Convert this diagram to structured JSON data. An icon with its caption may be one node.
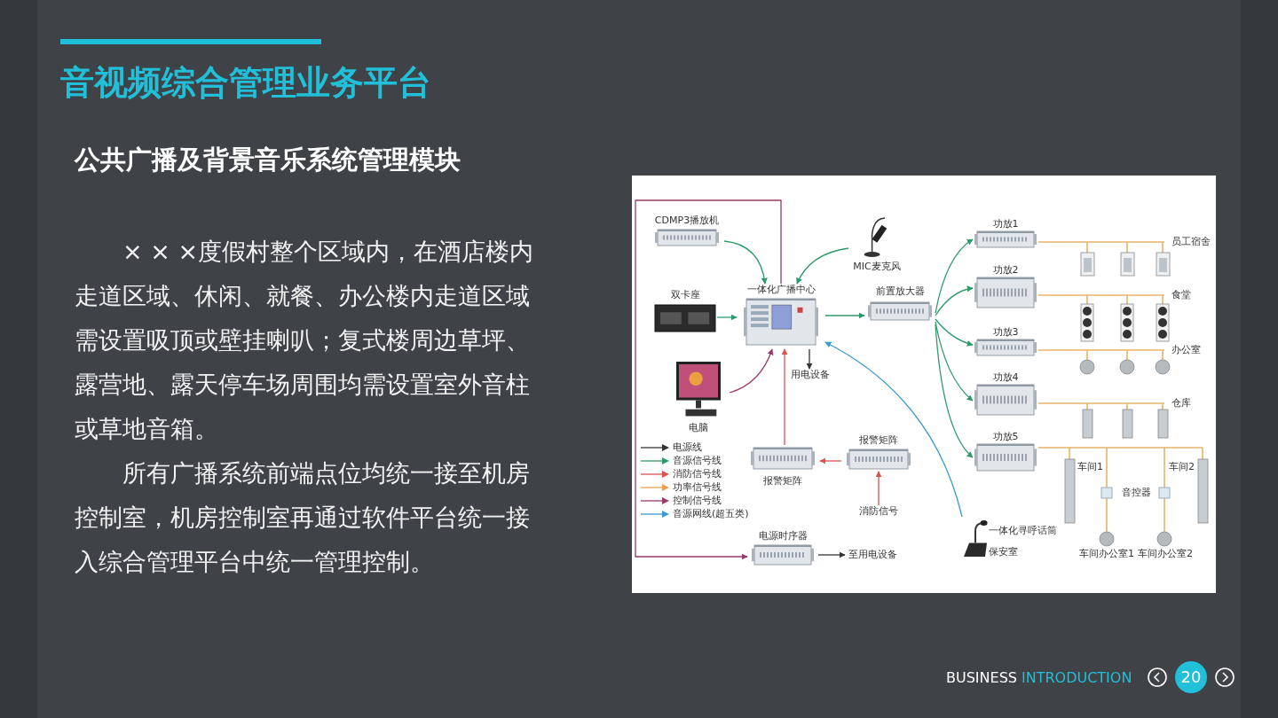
{
  "diagram": {
    "title": "音视频综合管理业务平台",
    "nodes": [
      {
        "text": [
          "CDMP3播放机"
        ]
      },
      {
        "text": [
          "MIC麦克风"
        ]
      },
      {
        "text": [
          "双卡座"
        ]
      },
      {
        "text": [
          "一体化广播中心"
        ]
      },
      {
        "text": [
          "前置放大器"
        ]
      },
      {
        "text": [
          "电脑"
        ]
      },
      {
        "text": [
          "用电设备"
        ]
      },
      {
        "text": [
          "报警矩阵"
        ]
      },
      {
        "text": [
          "报警矩阵"
        ]
      },
      {
        "text": [
          "消防信号"
        ]
      },
      {
        "text": [
          "电源时序器"
        ]
      },
      {
        "text": [
          "至用电设备"
        ]
      },
      {
        "text": [
          "功放1"
        ]
      },
      {
        "text": [
          "功放2"
        ]
      },
      {
        "text": [
          "功放3"
        ]
      },
      {
        "text": [
          "功放4"
        ]
      },
      {
        "text": [
          "功放5"
        ]
      },
      {
        "text": [
          "员工宿舍"
        ]
      },
      {
        "text": [
          "食堂"
        ]
      },
      {
        "text": [
          "办公室"
        ]
      },
      {
        "text": [
          "仓库"
        ]
      },
      {
        "text": [
          "车间1",
          "音控器",
          "车间办公室1",
          "车间办公室2",
          "车间2"
        ]
      },
      {
        "text": [
          "一体化寻呼话筒",
          "保安室"
        ]
      }
    ],
    "edges": [
      {
        "from": 0,
        "to": 3,
        "arrow": "to"
      },
      {
        "from": 1,
        "to": 3,
        "arrow": "to"
      },
      {
        "from": 2,
        "to": 3,
        "arrow": "to"
      },
      {
        "from": 5,
        "to": 3,
        "arrow": "to",
        "color": "#9b3a6a"
      },
      {
        "from": 3,
        "to": 4,
        "arrow": "to"
      },
      {
        "from": 3,
        "to": 6,
        "arrow": "to",
        "color": "#333333"
      },
      {
        "from": 7,
        "to": 3,
        "arrow": "to",
        "color": "#d9534f"
      },
      {
        "from": 8,
        "to": 7,
        "arrow": "to",
        "color": "#d9534f"
      },
      {
        "from": 9,
        "to": 8,
        "arrow": "to",
        "color": "#d9534f"
      },
      {
        "from": 3,
        "to": 10,
        "arrow": "to",
        "color": "#9b3a6a"
      },
      {
        "from": 10,
        "to": 11,
        "arrow": "to",
        "color": "#333333"
      },
      {
        "from": 4,
        "to": 12,
        "arrow": "to"
      },
      {
        "from": 4,
        "to": 13,
        "arrow": "to"
      },
      {
        "from": 4,
        "to": 14,
        "arrow": "to"
      },
      {
        "from": 4,
        "to": 15,
        "arrow": "to"
      },
      {
        "from": 4,
        "to": 16,
        "arrow": "to"
      },
      {
        "from": 22,
        "to": 3,
        "arrow": "to",
        "color": "#3a9ad0"
      },
      {
        "from": 12,
        "to": 17,
        "arrow": "none",
        "color": "#e8b46a"
      },
      {
        "from": 13,
        "to": 18,
        "arrow": "none",
        "color": "#e8b46a"
      },
      {
        "from": 14,
        "to": 19,
        "arrow": "none",
        "color": "#e8b46a"
      },
      {
        "from": 15,
        "to": 20,
        "arrow": "none",
        "color": "#e8b46a"
      },
      {
        "from": 16,
        "to": 21,
        "arrow": "none",
        "color": "#e8b46a"
      }
    ],
    "labels": [
      "公共广播及背景音乐系统管理模块",
      "× × ×度假村整个区域内，在酒店楼内走道区域、休闲、就餐、办公楼内走道区域需设置吸顶或壁挂喇叭；复式楼周边草坪、露营地、露天停车场周围均需设置室外音柱或草地音箱。",
      "所有广播系统前端点位均统一接至机房控制室，机房控制室再通过软件平台统一接入综合管理平台中统一管理控制。",
      "BUSINESS",
      "INTRODUCTION",
      "20"
    ],
    "legend": [
      {
        "text": "电源线",
        "color": "#333333"
      },
      {
        "text": "音源信号线",
        "color": "#2e9a6a"
      },
      {
        "text": "消防信号线",
        "color": "#d9534f"
      },
      {
        "text": "功率信号线",
        "color": "#e8a050"
      },
      {
        "text": "控制信号线",
        "color": "#9b3a6a"
      },
      {
        "text": "音源网线(超五类)",
        "color": "#3a9ad0"
      }
    ]
  }
}
